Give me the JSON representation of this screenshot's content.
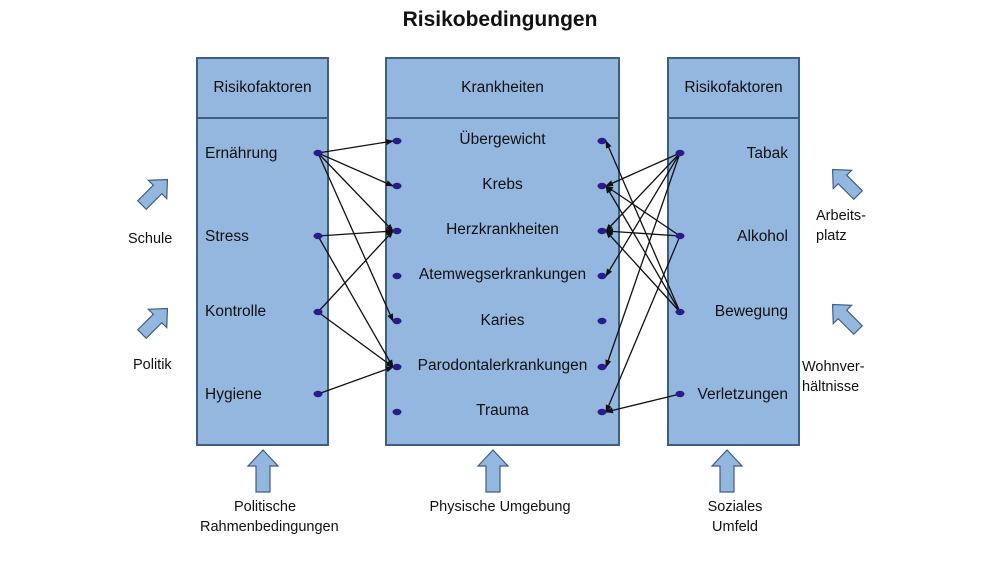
{
  "title": "Risikobedingungen",
  "left_box": {
    "header": "Risikofaktoren",
    "items": [
      "Ernährung",
      "Stress",
      "Kontrolle",
      "Hygiene"
    ]
  },
  "center_box": {
    "header": "Krankheiten",
    "items": [
      "Übergewicht",
      "Krebs",
      "Herzkrankheiten",
      "Atemwegserkrankungen",
      "Karies",
      "Parodontalerkrankungen",
      "Trauma"
    ]
  },
  "right_box": {
    "header": "Risikofaktoren",
    "items": [
      "Tabak",
      "Alkohol",
      "Bewegung",
      "Verletzungen"
    ]
  },
  "influences": {
    "left_top": "Schule",
    "left_bottom": "Politik",
    "right_top": "Arbeits-\nplatz",
    "right_bottom": "Wohnver-\nhältnisse",
    "bottom_left": "Politische\nRahmenbedingungen",
    "bottom_center": "Physische Umgebung",
    "bottom_right": "Soziales\nUmfeld"
  },
  "links_left": [
    {
      "from": "Ernährung",
      "to": [
        "Übergewicht",
        "Krebs",
        "Herzkrankheiten",
        "Karies"
      ]
    },
    {
      "from": "Stress",
      "to": [
        "Herzkrankheiten",
        "Parodontalerkrankungen"
      ]
    },
    {
      "from": "Kontrolle",
      "to": [
        "Herzkrankheiten",
        "Parodontalerkrankungen"
      ]
    },
    {
      "from": "Hygiene",
      "to": [
        "Parodontalerkrankungen"
      ]
    }
  ],
  "links_right": [
    {
      "from": "Tabak",
      "to": [
        "Krebs",
        "Herzkrankheiten",
        "Atemwegserkrankungen",
        "Parodontalerkrankungen"
      ]
    },
    {
      "from": "Alkohol",
      "to": [
        "Krebs",
        "Herzkrankheiten",
        "Trauma"
      ]
    },
    {
      "from": "Bewegung",
      "to": [
        "Übergewicht",
        "Krebs",
        "Herzkrankheiten"
      ]
    },
    {
      "from": "Verletzungen",
      "to": [
        "Trauma"
      ]
    }
  ],
  "colors": {
    "box_fill": "#93b7df",
    "box_border": "#3f5e85",
    "dot": "#2a1a8a",
    "arrow_fill": "#93b7df"
  }
}
